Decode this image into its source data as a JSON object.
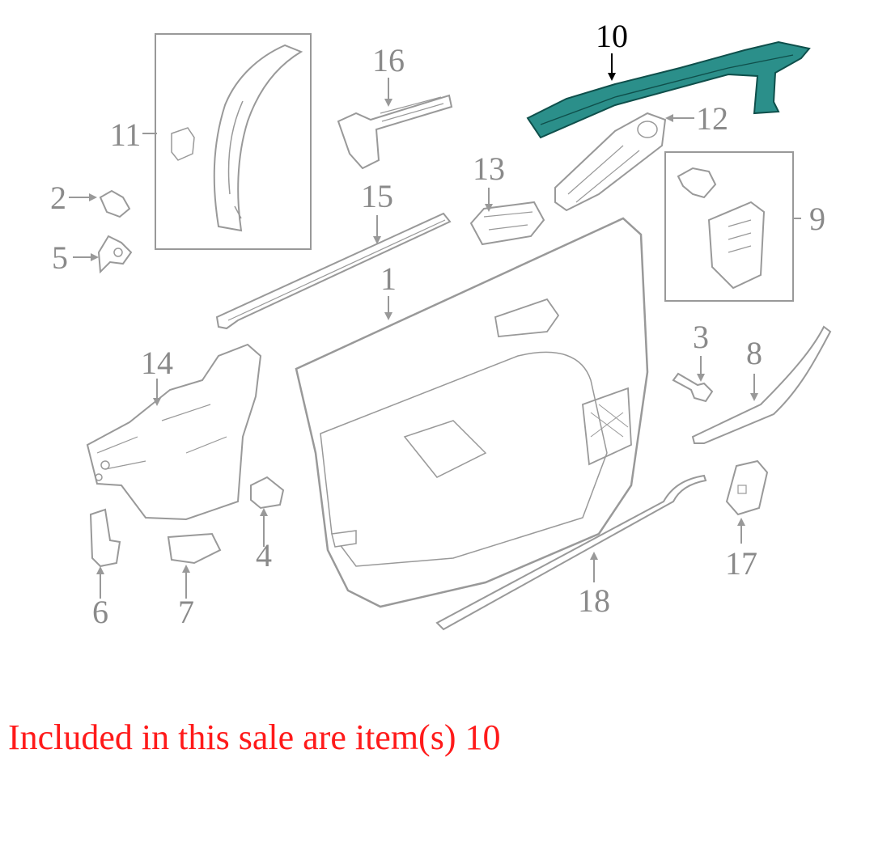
{
  "colors": {
    "part_line": "#999999",
    "part_fill": "#ffffff",
    "label_gray": "#8a8a8a",
    "highlight_fill": "#2b8f8a",
    "highlight_line": "#0f4f4b",
    "highlight_label": "#000000",
    "caption": "#ff1a1a"
  },
  "highlighted_items": [
    "10"
  ],
  "callouts": [
    {
      "id": "1",
      "text": "1"
    },
    {
      "id": "2",
      "text": "2"
    },
    {
      "id": "3",
      "text": "3"
    },
    {
      "id": "4",
      "text": "4"
    },
    {
      "id": "5",
      "text": "5"
    },
    {
      "id": "6",
      "text": "6"
    },
    {
      "id": "7",
      "text": "7"
    },
    {
      "id": "8",
      "text": "8"
    },
    {
      "id": "9",
      "text": "9"
    },
    {
      "id": "10",
      "text": "10"
    },
    {
      "id": "11",
      "text": "11"
    },
    {
      "id": "12",
      "text": "12"
    },
    {
      "id": "13",
      "text": "13"
    },
    {
      "id": "14",
      "text": "14"
    },
    {
      "id": "15",
      "text": "15"
    },
    {
      "id": "16",
      "text": "16"
    },
    {
      "id": "17",
      "text": "17"
    },
    {
      "id": "18",
      "text": "18"
    }
  ],
  "caption": "Included in this sale are item(s) 10"
}
